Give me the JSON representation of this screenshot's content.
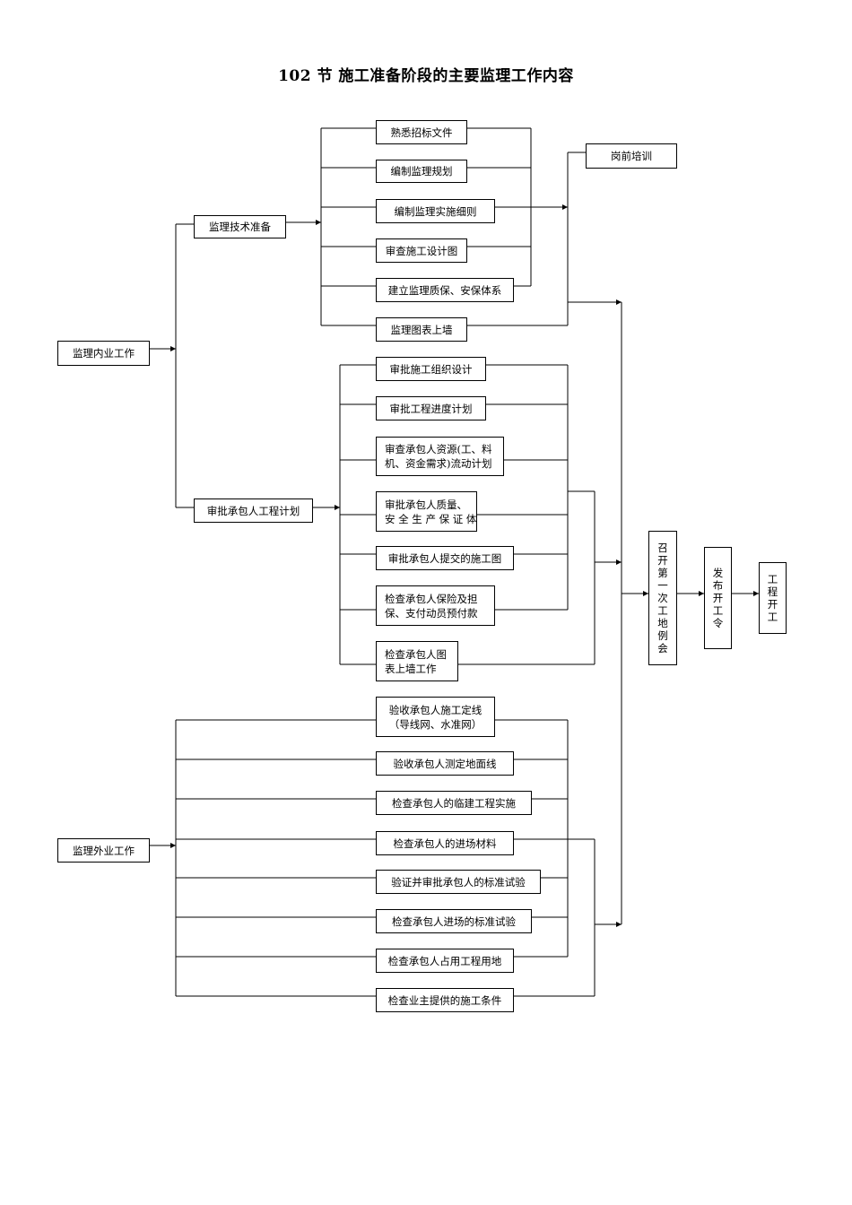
{
  "title": "102 节    施工准备阶段的主要监理工作内容",
  "nodes": {
    "neiye": "监理内业工作",
    "waiye": "监理外业工作",
    "jishu": "监理技术准备",
    "jihua": "审批承包人工程计划",
    "shuxi": "熟悉招标文件",
    "guihua": "编制监理规划",
    "xize": "编制监理实施细则",
    "shejitu": "审查施工设计图",
    "tixi": "建立监理质保、安保体系",
    "tubiao": "监理图表上墙",
    "gangqian": "岗前培训",
    "zuzhi": "审批施工组织设计",
    "jindu": "审批工程进度计划",
    "ziyuan_1": "审查承包人资源(工、料",
    "ziyuan_2": "机、资金需求)流动计划",
    "zhiliang_1": "审批承包人质量、",
    "zhiliang_2": "安 全 生 产 保 证 体",
    "shigongtu": "审批承包人提交的施工图",
    "baoxian_1": "检查承包人保险及担",
    "baoxian_2": "保、支付动员预付款",
    "shangqiang_1": "检查承包人图",
    "shangqiang_2": "表上墙工作",
    "dingxian_1": "验收承包人施工定线",
    "dingxian_2": "（导线网、水准网）",
    "dimian": "验收承包人测定地面线",
    "linjian": "检查承包人的临建工程实施",
    "cailiao": "检查承包人的进场材料",
    "shiyan_ps": "验证并审批承包人的标准试验",
    "shiyan_jc": "检查承包人进场的标准试验",
    "yongdi": "检查承包人占用工程用地",
    "tiaojian": "检查业主提供的施工条件",
    "huiyi": "召开第一次工地例会",
    "fabu": "发布开工令",
    "kaigong": "工程开工"
  }
}
